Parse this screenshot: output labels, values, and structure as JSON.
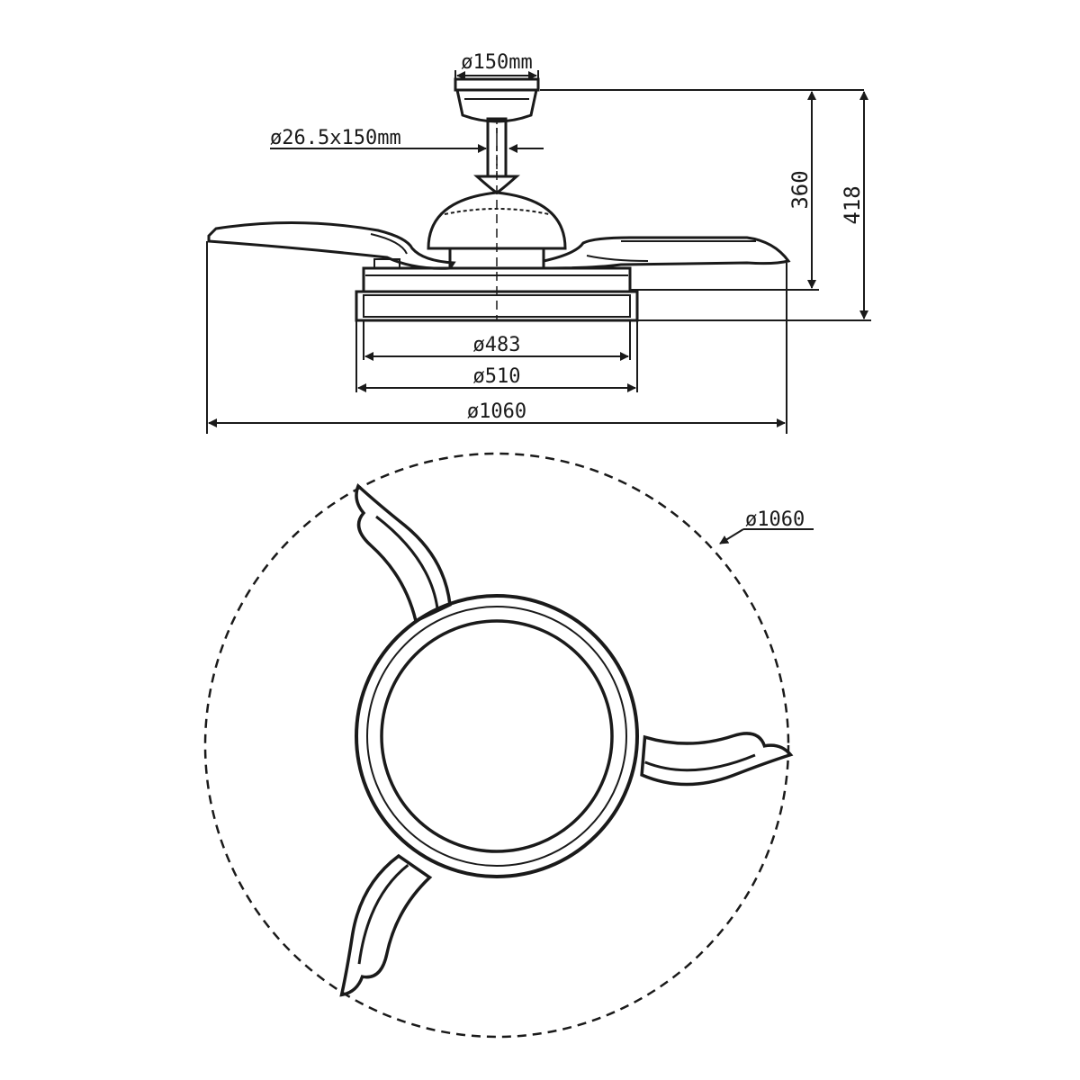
{
  "side_view": {
    "canopy_diameter": "ø150mm",
    "downrod": "ø26.5x150mm",
    "height_short": "360",
    "height_tall": "418",
    "light_inner_diameter": "ø483",
    "light_outer_diameter": "ø510",
    "span_diameter": "ø1060"
  },
  "top_view": {
    "sweep_diameter": "ø1060",
    "blade_count": 3
  },
  "colors": {
    "ink": "#1a1a1a",
    "fill_grey": "#e6e6e6",
    "background": "#ffffff"
  }
}
